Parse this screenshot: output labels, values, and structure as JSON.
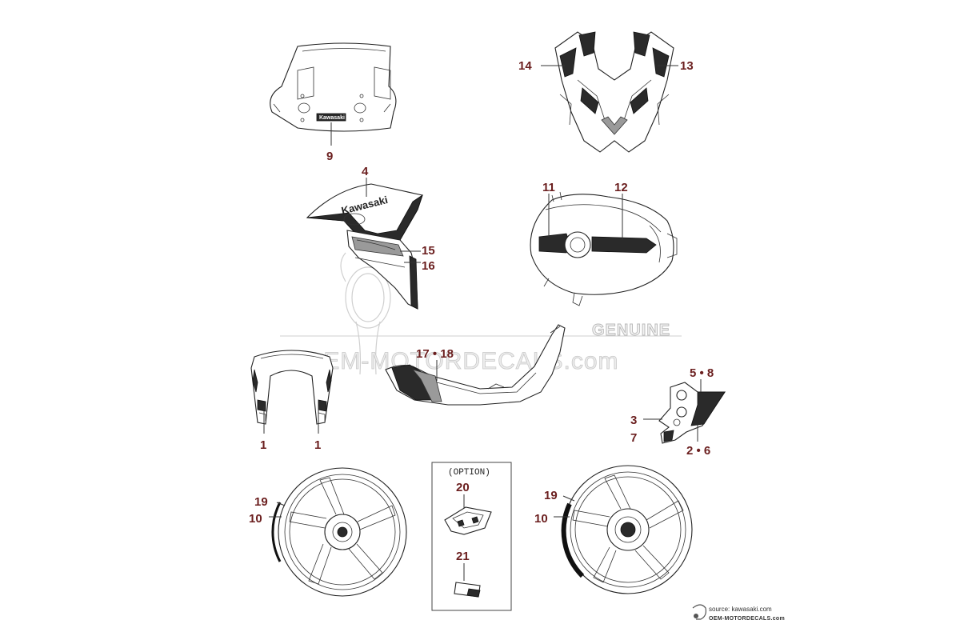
{
  "watermark": {
    "genuine": "GENUINE",
    "site": "OEM-MOTORDECALS.com"
  },
  "option_box": {
    "title": "(OPTION)"
  },
  "callouts": {
    "c9": "9",
    "c13": "13",
    "c14": "14",
    "c4": "4",
    "c11": "11",
    "c12": "12",
    "c15": "15",
    "c16": "16",
    "c17_18": "17 • 18",
    "c5_8": "5 • 8",
    "c3": "3",
    "c7": "7",
    "c2_6": "2 • 6",
    "c1_left": "1",
    "c1_right": "1",
    "c19_left": "19",
    "c10_left": "10",
    "c19_right": "19",
    "c10_right": "10",
    "c20": "20",
    "c21": "21"
  },
  "decal_text": {
    "windscreen": "Kawasaki",
    "cowl": "Kawasaki"
  },
  "credit": {
    "source": "source: kawasaki.com",
    "brand": "OEM-MOTORDECALS.com"
  }
}
